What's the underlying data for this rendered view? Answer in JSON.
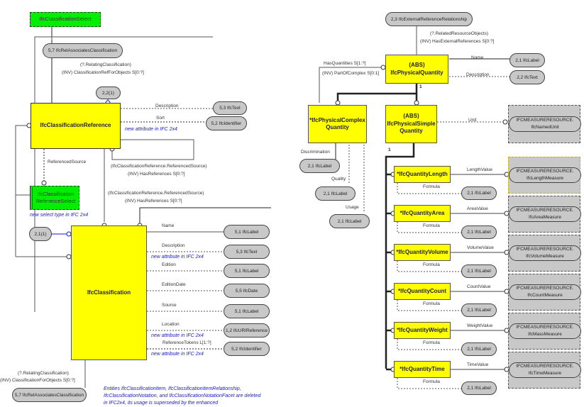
{
  "left": {
    "classification_select": "IfcClassificationSelect",
    "rel_associates_top": "5,7  IfcRelAssociatesClassification",
    "rel_top_inverse_1": "(?.RelatingClassification)",
    "rel_top_inverse_2": "(INV) ClassificationRefForObjects  S[0:?]",
    "ref_22": "2,2(1)",
    "classification_reference": "IfcClassificationReference",
    "ref_attrs": [
      {
        "name": "Description",
        "type": "5,3  IfcText"
      },
      {
        "name": "Sort",
        "type": "5,2  IfcIdentifier"
      }
    ],
    "ref_new_attr_note": "new attribute in IFC 2x4",
    "referenced_source_label": "ReferencedSource",
    "reference_select_line1": "IfcClassification",
    "reference_select_line2": "ReferenceSelect",
    "new_select_note": "new select type in IFC 2x4",
    "inverse_a_1": "(IfcClassificationReference.ReferencedSource)",
    "inverse_a_2": "(INV) HasReferences  S[0:?]",
    "inverse_b_1": "(IfcClassificationReference.ReferencedSource)",
    "inverse_b_2": "(INV) HasReferences  S[0:?]",
    "ref_21": "2,1(1)",
    "classification": "IfcClassification",
    "class_attrs": [
      {
        "name": "Name",
        "type": "5,1  IfcLabel",
        "note": ""
      },
      {
        "name": "Description",
        "type": "5,3  IfcText",
        "note": "new attribute in IFC 2x4"
      },
      {
        "name": "Edition",
        "type": "5,1  IfcLabel",
        "note": ""
      },
      {
        "name": "EditionDate",
        "type": "5,5  IfcDate",
        "note": ""
      },
      {
        "name": "Source",
        "type": "5,1  IfcLabel",
        "note": ""
      },
      {
        "name": "Location",
        "type": "1,2  IfcURIReference",
        "note": "new attribute in IFC 2x4"
      },
      {
        "name": "ReferenceTokens  L[1:?]",
        "type": "5,2  IfcIdentifier",
        "note": "new attribute in IFC 2x4"
      }
    ],
    "rel_bottom_inverse_1": "(?.RelatingClassification)",
    "rel_bottom_inverse_2": "(INV) ClassificationForObjects  S[0:?]",
    "rel_associates_bottom": "5,7  IfcRelAssociatesClassification",
    "deleted_note_1": "Entities IfcClassificationItem, IfcClassificationItemRelationship,",
    "deleted_note_2": "IfcClassificationNotation, and IfcClassificationNotationFacet are deleted",
    "deleted_note_3": "in IFC2x4, its usage is superseded by the enhanced"
  },
  "right": {
    "ext_ref_rel": "2,3  IfcExternalReferenceRelationship",
    "ext_inverse_1": "(?.RelatedResourceObjects)",
    "ext_inverse_2": "(INV) HasExternalReferences  S[0:?]",
    "has_quantities": "HasQuantities  S[1:?]",
    "part_of_complex": "(INV) PartOfComplex  S[0:1]",
    "physical_quantity_abs": "(ABS)",
    "physical_quantity": "IfcPhysicalQuantity",
    "pq_attrs": [
      {
        "name": "Name",
        "type": "2,1  IfcLabel"
      },
      {
        "name": "Description",
        "type": "2,2  IfcText"
      }
    ],
    "cardinality_1": "1",
    "cardinality_2": "1",
    "complex_line1": "*IfcPhysicalComplex",
    "complex_line2": "Quantity",
    "complex_attrs": [
      {
        "name": "Discrimination",
        "type": "2,1  IfcLabel"
      },
      {
        "name": "Quality",
        "type": "2,1  IfcLabel"
      },
      {
        "name": "Usage",
        "type": "2,1  IfcLabel"
      }
    ],
    "simple_abs": "(ABS)",
    "simple_line1": "IfcPhysicalSimple",
    "simple_line2": "Quantity",
    "unit_label": "Unit",
    "unit_ext_1": "IFCMEASURERESOURCE.",
    "unit_ext_2": "IfcNamedUnit",
    "quantities": [
      {
        "name": "*IfcQuantityLength",
        "value_label": "LengthValue",
        "ext1": "IFCMEASURERESOURCE.",
        "ext2": "IfcLengthMeasure",
        "formula": "Formula",
        "formula_type": "2,1  IfcLabel"
      },
      {
        "name": "*IfcQuantityArea",
        "value_label": "AreaValue",
        "ext1": "IFCMEASURERESOURCE.",
        "ext2": "IfcAreaMeasure",
        "formula": "Formula",
        "formula_type": "2,1  IfcLabel"
      },
      {
        "name": "*IfcQuantityVolume",
        "value_label": "VolumeValue",
        "ext1": "IFCMEASURERESOURCE.",
        "ext2": "IfcVolumeMeasure",
        "formula": "Formula",
        "formula_type": "2,1  IfcLabel"
      },
      {
        "name": "*IfcQuantityCount",
        "value_label": "CountValue",
        "ext1": "IFCMEASURERESOURCE.",
        "ext2": "IfcCountMeasure",
        "formula": "Formula",
        "formula_type": "2,1  IfcLabel"
      },
      {
        "name": "*IfcQuantityWeight",
        "value_label": "WeightValue",
        "ext1": "IFCMEASURERESOURCE.",
        "ext2": "IfcMassMeasure",
        "formula": "Formula",
        "formula_type": "2,1  IfcLabel"
      },
      {
        "name": "*IfcQuantityTime",
        "value_label": "TimeValue",
        "ext1": "IFCMEASURERESOURCE.",
        "ext2": "IfcTimeMeasure",
        "formula": "Formula",
        "formula_type": "2,1  IfcLabel"
      }
    ]
  }
}
